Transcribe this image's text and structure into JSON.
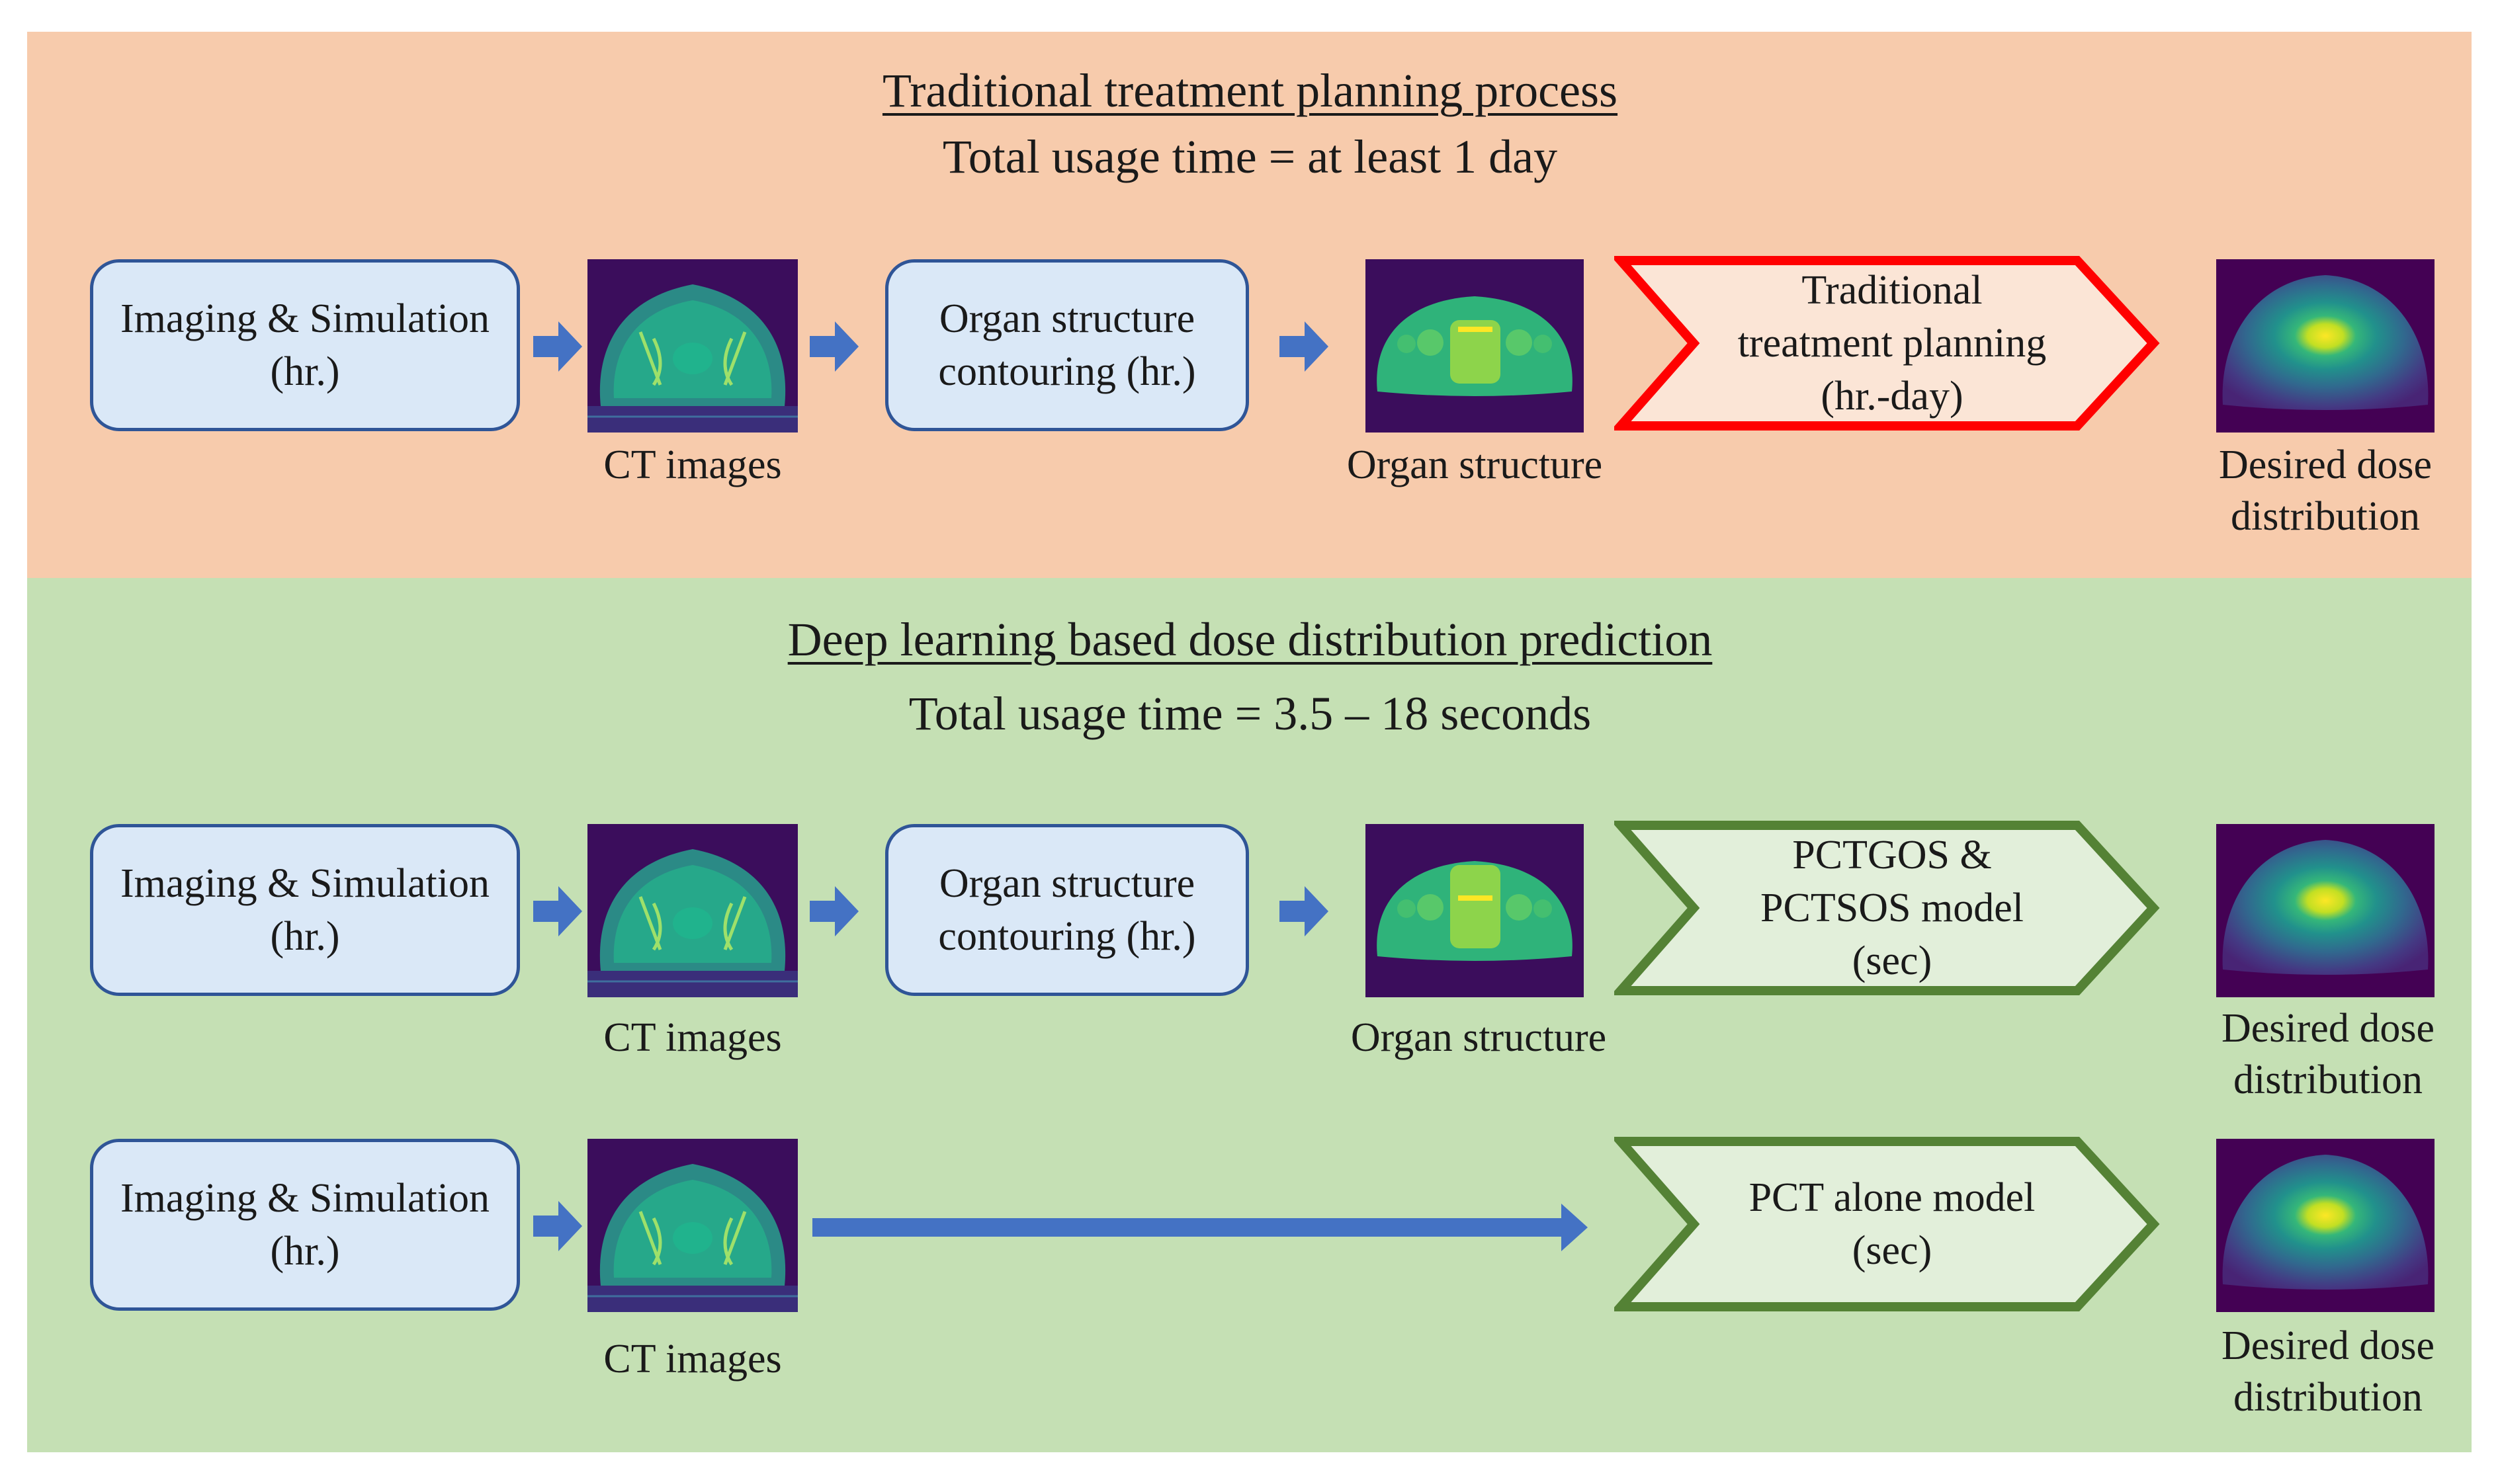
{
  "colors": {
    "top_panel": "#f7cbac",
    "bottom_panel": "#c5e0b4",
    "box_fill": "#dae8f7",
    "box_border": "#2f5597",
    "arrow": "#4472c4",
    "traditional_outline": "#ff0000",
    "traditional_fill": "#fbe5d6",
    "dl_outline": "#548235",
    "dl_fill": "#e2efda"
  },
  "traditional": {
    "title": "Traditional treatment planning process",
    "time": "Total usage time = at least 1 day",
    "imaging": [
      "Imaging & Simulation",
      "(hr.)"
    ],
    "ct_caption": "CT images",
    "contouring": [
      "Organ structure",
      "contouring (hr.)"
    ],
    "organ_caption": "Organ structure",
    "planning": [
      "Traditional",
      "treatment planning",
      "(hr.-day)"
    ],
    "dose_caption": [
      "Desired dose",
      "distribution"
    ]
  },
  "deep_learning": {
    "title": "Deep learning based dose distribution prediction",
    "time": "Total usage time =  3.5 – 18 seconds",
    "row1": {
      "imaging": [
        "Imaging & Simulation",
        "(hr.)"
      ],
      "ct_caption": "CT images",
      "contouring": [
        "Organ structure",
        "contouring (hr.)"
      ],
      "organ_caption": "Organ structure",
      "model": [
        "PCTGOS &",
        "PCTSOS model",
        "(sec)"
      ],
      "dose_caption": [
        "Desired dose",
        "distribution"
      ]
    },
    "row2": {
      "imaging": [
        "Imaging & Simulation",
        "(hr.)"
      ],
      "ct_caption": "CT images",
      "model": [
        "PCT alone model",
        "(sec)"
      ],
      "dose_caption": [
        "Desired dose",
        "distribution"
      ]
    }
  },
  "icons": {
    "ct_image": "ct-scan-thumbnail",
    "organ_image": "organ-structure-thumbnail",
    "dose_image": "dose-distribution-heatmap",
    "arrow": "right-arrow-icon",
    "long_arrow": "long-right-arrow-icon"
  }
}
